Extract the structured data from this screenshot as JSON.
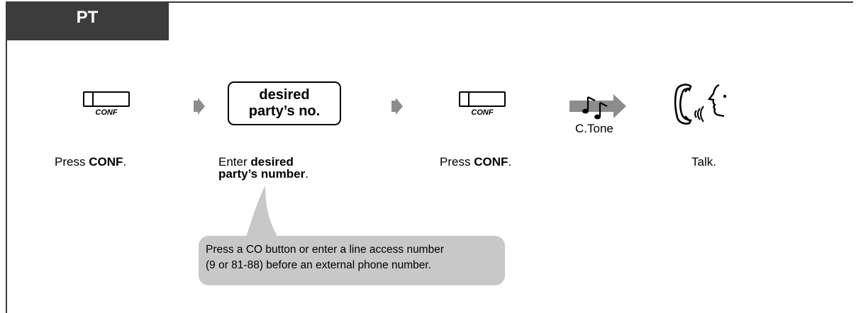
{
  "header": {
    "tab_label": "PT"
  },
  "steps": {
    "step1": {
      "key_label": "CONF",
      "caption_pre": "Press ",
      "caption_bold": "CONF",
      "caption_post": "."
    },
    "step2": {
      "box_line1": "desired",
      "box_line2": "party’s no.",
      "caption_pre": "Enter ",
      "caption_bold1": "desired",
      "caption_bold2": "party’s number",
      "caption_post": "."
    },
    "step3": {
      "key_label": "CONF",
      "caption_pre": "Press ",
      "caption_bold": "CONF",
      "caption_post": "."
    },
    "tone": {
      "label": "C.Tone"
    },
    "step4": {
      "caption": "Talk."
    }
  },
  "callout": {
    "line1": "Press a CO button or enter a line access number",
    "line2": "(9 or 81-88) before an external phone number."
  },
  "colors": {
    "header_bg": "#3c3c3c",
    "arrow": "#8c8c8c",
    "callout_bg": "#c8c8c8"
  }
}
